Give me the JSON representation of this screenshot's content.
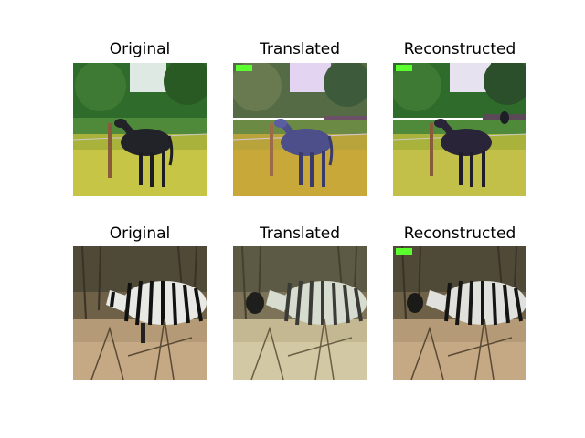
{
  "rows": [
    {
      "subject": "horse",
      "titles": [
        "Original",
        "Translated",
        "Reconstructed"
      ],
      "has_tag": [
        false,
        true,
        true
      ]
    },
    {
      "subject": "zebra",
      "titles": [
        "Original",
        "Translated",
        "Reconstructed"
      ],
      "has_tag": [
        false,
        false,
        true
      ]
    }
  ],
  "colors": {
    "title_text": "#000000",
    "background": "#ffffff",
    "tag": "#5cff2e"
  }
}
